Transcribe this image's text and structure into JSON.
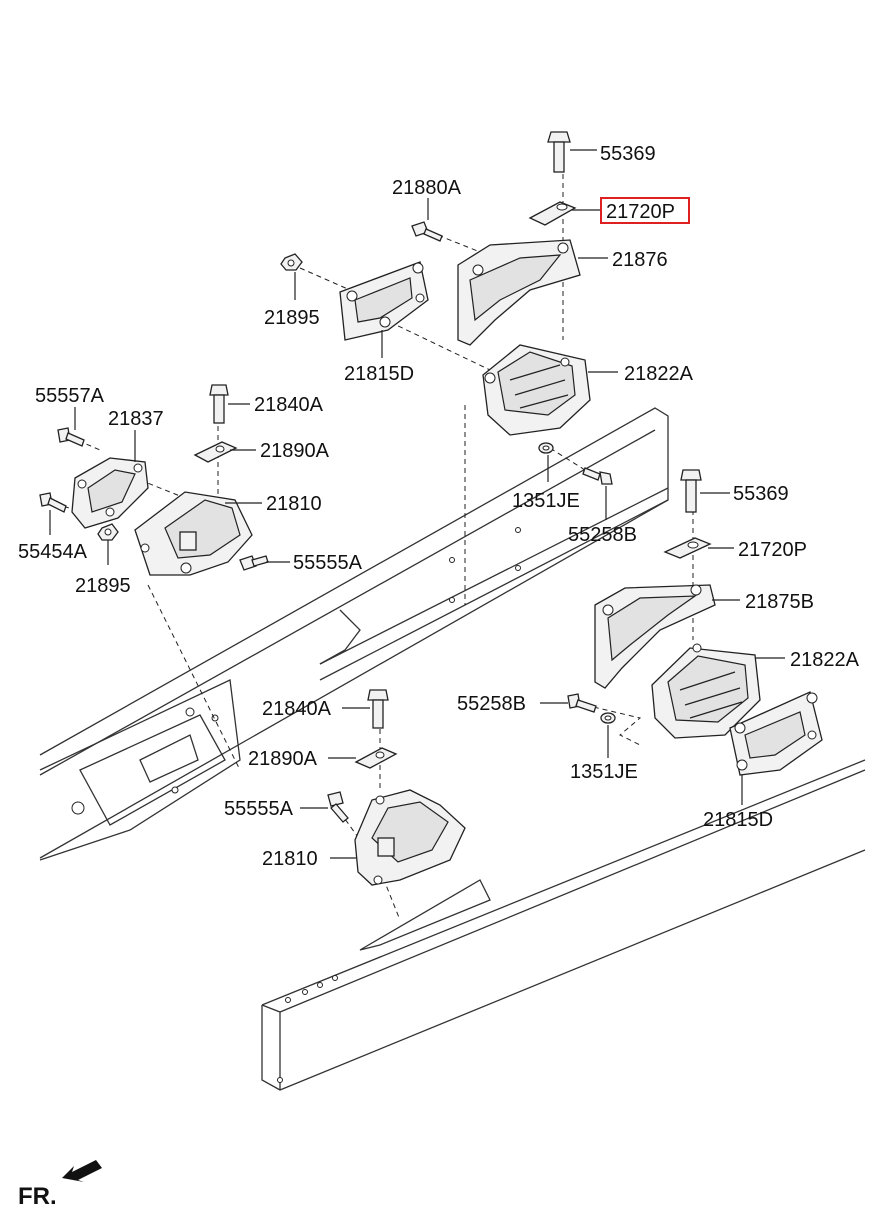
{
  "labels": {
    "bolt_55369_top": "55369",
    "plate_21720P_top": "21720P",
    "bolt_21880A": "21880A",
    "bracket_21876": "21876",
    "nut_21895_top": "21895",
    "bracket_21815D_top": "21815D",
    "mount_21822A_top": "21822A",
    "bolt_55557A": "55557A",
    "bracket_21837": "21837",
    "bolt_21840A_top": "21840A",
    "plate_21890A_top": "21890A",
    "mount_21810_top": "21810",
    "bolt_55454A": "55454A",
    "nut_21895_left": "21895",
    "bolt_55555A_top": "55555A",
    "washer_1351JE_top": "1351JE",
    "bolt_55258B_top": "55258B",
    "bolt_55369_right": "55369",
    "plate_21720P_right": "21720P",
    "bracket_21875B": "21875B",
    "mount_21822A_right": "21822A",
    "bolt_55258B_right": "55258B",
    "washer_1351JE_right": "1351JE",
    "bracket_21815D_right": "21815D",
    "bolt_21840A_bottom": "21840A",
    "plate_21890A_bottom": "21890A",
    "bolt_55555A_bottom": "55555A",
    "mount_21810_bottom": "21810",
    "front_indicator": "FR."
  },
  "highlight": {
    "part": "21720P",
    "color": "#e02020"
  }
}
